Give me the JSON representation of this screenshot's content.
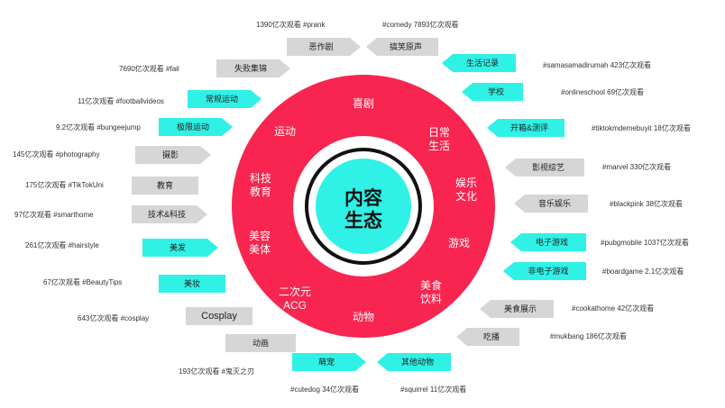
{
  "center": {
    "line1": "内容",
    "line2": "生态"
  },
  "segments": {
    "comedy": "喜剧",
    "daily": [
      "日常",
      "生活"
    ],
    "entertainment": [
      "娱乐",
      "文化"
    ],
    "games": "游戏",
    "food": [
      "美食",
      "饮料"
    ],
    "animals": "动物",
    "acg": [
      "二次元",
      "ACG"
    ],
    "beauty": [
      "美容",
      "美体"
    ],
    "scitech": [
      "科技",
      "教育"
    ],
    "sports": "运动"
  },
  "tags": {
    "prank_tag": "恶作剧",
    "funny_tag": "搞笑原声",
    "fail_tag": "失败集锦",
    "lifelog_tag": "生活记录",
    "football_tag": "常规运动",
    "school_tag": "学校",
    "extreme_tag": "极限运动",
    "diy_tag": "开箱&测评",
    "photo_tag": "摄影",
    "variety_tag": "影视综艺",
    "edu_tag": "教育",
    "music_tag": "音乐娱乐",
    "tech_tag": "技术&科技",
    "egame_tag": "电子游戏",
    "hair_tag": "美发",
    "board_tag": "非电子游戏",
    "makeup_tag": "美妆",
    "foodshow_tag": "美食展示",
    "cosplay_tag": "Cosplay",
    "mukbang_tag": "吃播",
    "anime_tag": "动画",
    "pets_tag": "萌宠",
    "otheranimals_tag": "其他动物"
  },
  "annotations": {
    "prank": "1390亿次观看   #prank",
    "comedy": "#comedy     7893亿次观看",
    "fail": "7690亿次观看    #fail",
    "samasamadirumah": "#samasamadirumah  423亿次观看",
    "footballvideos": "11亿次观看   #footballvideos",
    "onlineschool": "#onlineschool    69亿次观看",
    "bungeejump": "9.2亿次观看   #bungeejump",
    "tiktokmademebuyit": "#tiktokmdemebuyit      18亿次观看",
    "photography": "145亿次观看   #photography",
    "marvel": "#marvel      330亿次观看",
    "tiktokuni": "175亿次观看   #TikTokUni",
    "blackpink": "#blackpink   38亿次观看",
    "smarthome": "97亿次观看    #smarthome",
    "pubgmobile": "#pubgmobile  1037亿次观看",
    "hairstyle": "261亿次观看    #hairstyle",
    "boardgame": "#boardgame      2.1亿次观看",
    "beautytips": "67亿次观看   #BeautyTips",
    "cookathome": "#cookathome  42亿次观看",
    "cosplay": "643亿次观看      #cosplay",
    "mukbang": "#mukbang  186亿次观看",
    "demonslayer": "193亿次观看   #鬼灭之刃",
    "cutedog": "#cutedog     34亿次观看",
    "squirrel": "#squirrel     11亿次观看"
  },
  "colors": {
    "ring": "#f7254f",
    "cyan": "#2ff1e6",
    "gray": "#d6d6d6",
    "white": "#ffffff",
    "black": "#111111"
  }
}
